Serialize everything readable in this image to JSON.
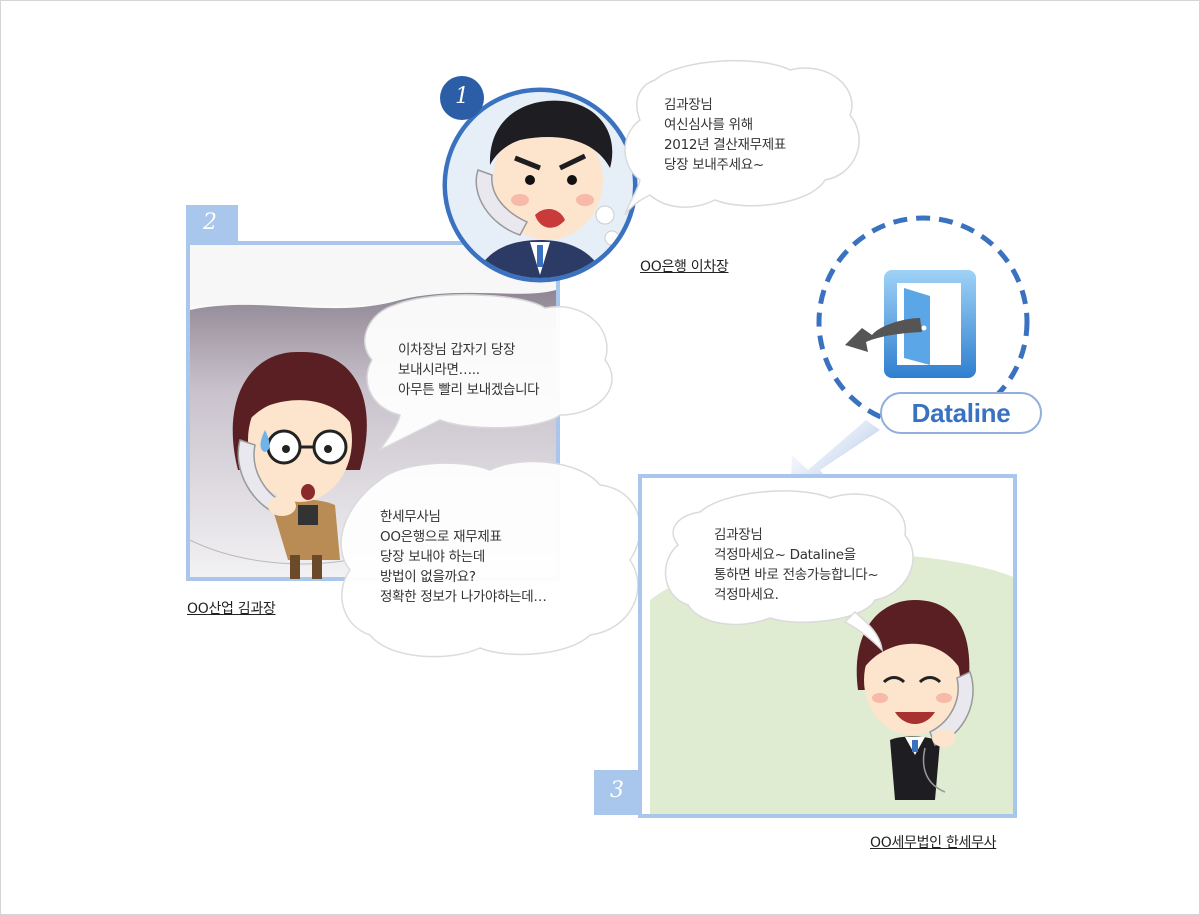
{
  "steps": [
    {
      "number": "1",
      "caption": "OO은행 이차장",
      "speech": [
        "김과장님\n여신심사를 위해\n2012년 결산재무제표\n당장 보내주세요~"
      ]
    },
    {
      "number": "2",
      "caption": "OO산업 김과장",
      "speech": [
        "이차장님 갑자기 당장\n보내시라면…..\n아무튼 빨리 보내겠습니다",
        "한세무사님\nOO은행으로 재무제표\n당장 보내야 하는데\n방법이 없을까요?\n정확한 정보가 나가야하는데…"
      ]
    },
    {
      "number": "3",
      "caption": "OO세무법인 한세무사",
      "speech": [
        "김과장님\n걱정마세요~ Dataline을\n통하면 바로 전송가능합니다~\n걱정마세요."
      ]
    }
  ],
  "service": {
    "name": "Dataline",
    "icon": "door-exit-icon"
  },
  "colors": {
    "accent": "#8fb0dc",
    "accent_dark": "#3a72c0",
    "frame": "#a9c6ec",
    "panel3_bg": "#e0ecd2"
  }
}
